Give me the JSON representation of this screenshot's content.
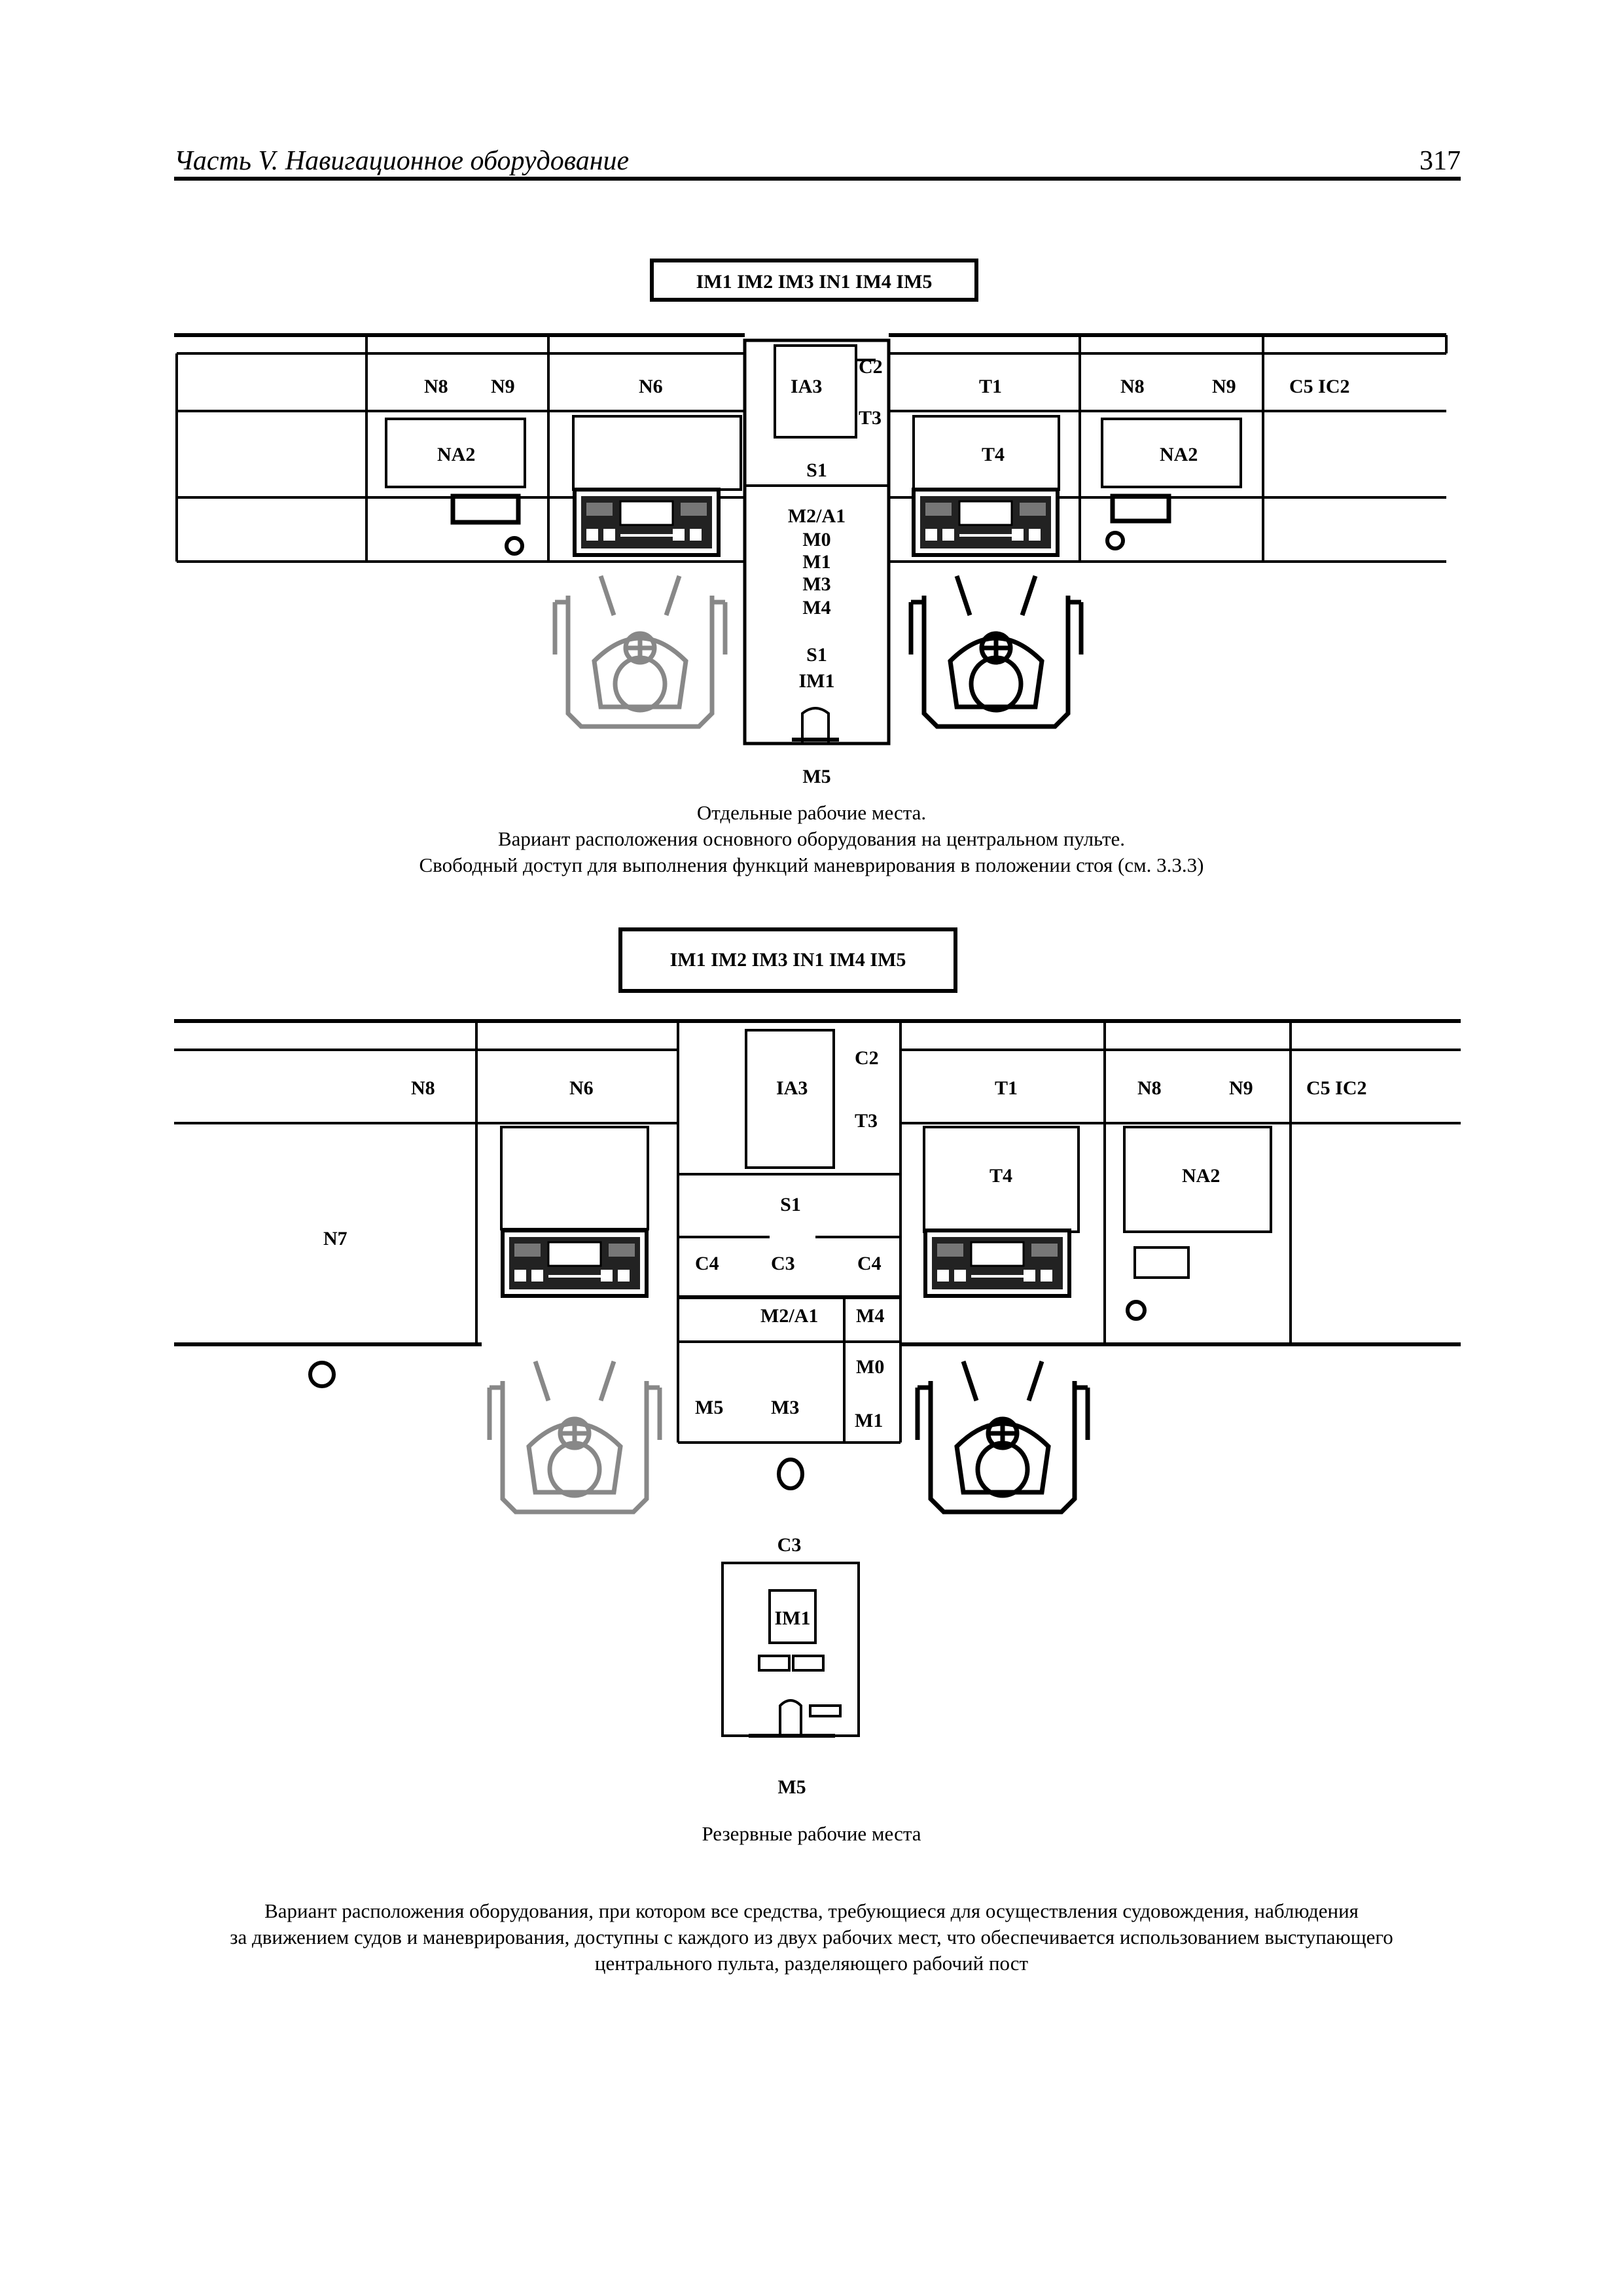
{
  "header": {
    "title": "Часть V. Навигационное оборудование",
    "page_number": "317"
  },
  "top_diagram": {
    "overhead_panel": "IM1 IM2 IM3 IN1 IM4 IM5",
    "left_console": {
      "n8": "N8",
      "n9": "N9",
      "na2": "NA2",
      "n6": "N6"
    },
    "center_console": {
      "ia3": "IA3",
      "c2": "C2",
      "t3": "T3",
      "s1": "S1",
      "m2a1": "M2/A1",
      "m0": "M0",
      "m1": "M1",
      "m3": "M3",
      "m4": "M4",
      "s1_lower": "S1",
      "im1": "IM1",
      "m5": "M5"
    },
    "right_console": {
      "t1": "T1",
      "t4": "T4",
      "n8": "N8",
      "n9": "N9",
      "na2": "NA2",
      "c5_ic2": "C5  IC2"
    },
    "caption": [
      "Отдельные рабочие места.",
      "Вариант расположения основного оборудования на центральном пульте.",
      "Свободный доступ для выполнения функций маневрирования в положении стоя (см. 3.3.3)"
    ]
  },
  "bottom_diagram": {
    "overhead_panel": "IM1 IM2 IM3 IN1 IM4 IM5",
    "left_console": {
      "n8": "N8",
      "n6": "N6",
      "n7": "N7"
    },
    "center_console": {
      "c2": "C2",
      "ia3": "IA3",
      "t3": "T3",
      "s1": "S1",
      "c4_left": "C4",
      "c3": "C3",
      "c4_right": "C4",
      "m2a1": "M2/A1",
      "m4": "M4",
      "m0": "M0",
      "m5": "M5",
      "m3": "M3",
      "m1": "M1"
    },
    "right_console": {
      "t1": "T1",
      "t4": "T4",
      "n8": "N8",
      "n9": "N9",
      "na2": "NA2",
      "c5_ic2": "C5  IC2"
    },
    "reserve_station": {
      "c3": "C3",
      "im1": "IM1",
      "m5": "M5"
    },
    "caption": "Резервные рабочие места"
  },
  "footer_caption": [
    "Вариант расположения оборудования, при котором все средства, требующиеся для осуществления судовождения, наблюдения",
    "за движением судов и маневрирования, доступны с каждого из двух рабочих мест, что обеспечивается использованием выступающего",
    "центрального пульта, разделяющего рабочий пост"
  ]
}
